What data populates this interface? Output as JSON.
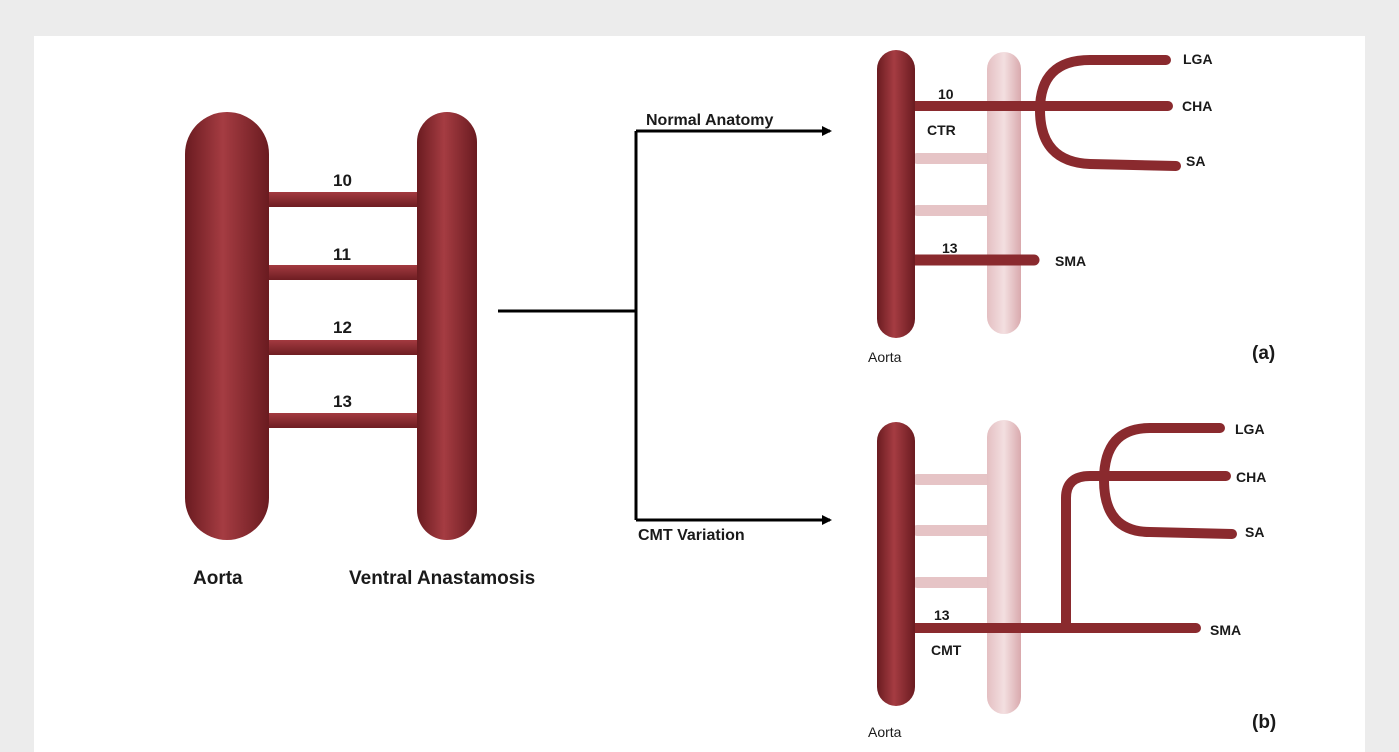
{
  "left": {
    "segments": [
      "10",
      "11",
      "12",
      "13"
    ],
    "aorta_label": "Aorta",
    "ventral_label": "Ventral Anastamosis"
  },
  "arrows": {
    "normal": "Normal Anatomy",
    "cmt": "CMT Variation"
  },
  "panel_a": {
    "seg_top": "10",
    "trunk": "CTR",
    "seg_bottom": "13",
    "branches": [
      "LGA",
      "CHA",
      "SA"
    ],
    "sma": "SMA",
    "aorta": "Aorta",
    "tag": "(a)"
  },
  "panel_b": {
    "seg": "13",
    "trunk": "CMT",
    "branches": [
      "LGA",
      "CHA",
      "SA"
    ],
    "sma": "SMA",
    "aorta": "Aorta",
    "tag": "(b)"
  },
  "colors": {
    "vessel": "#8a2a2e",
    "vessel_dark": "#6e1d22",
    "vessel_faded": "#e8c7c9",
    "line": "#000000"
  }
}
